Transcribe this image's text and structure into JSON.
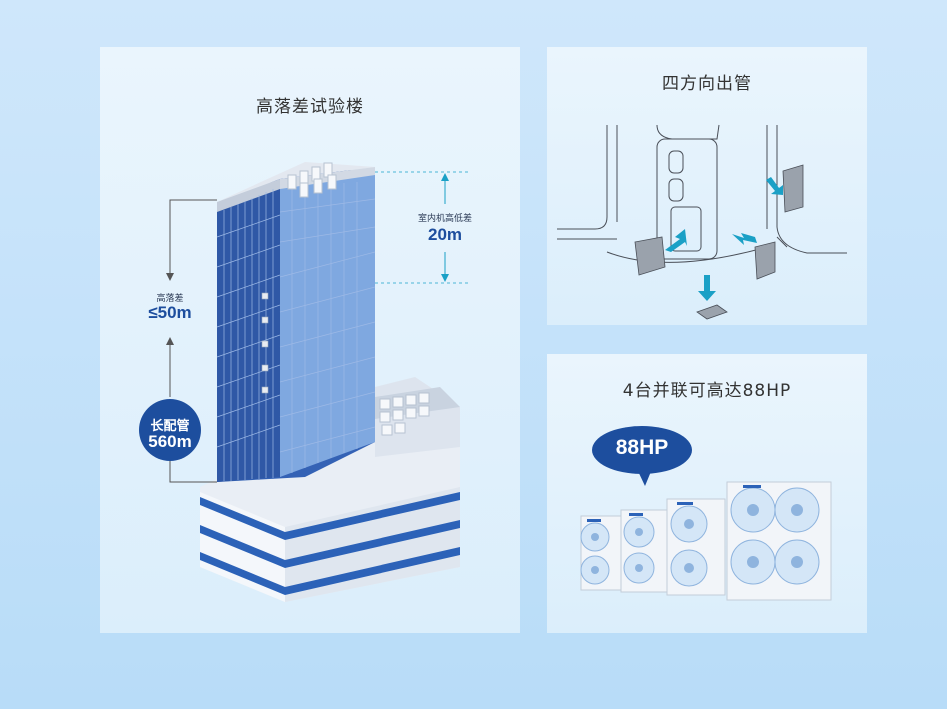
{
  "building_panel": {
    "title": "高落差试验楼",
    "indoor_drop_label": "室内机高低差",
    "indoor_drop_value": "20m",
    "drop_label": "高落差",
    "drop_value": "≤50m",
    "pipe_label": "长配管",
    "pipe_value": "560m"
  },
  "outlet_panel": {
    "title": "四方向出管"
  },
  "parallel_panel": {
    "title": "4台并联可高达88HP",
    "bubble_text": "88HP"
  },
  "colors": {
    "background": "#c4e2fa",
    "panel": "#e3f1fc",
    "accent_blue": "#1d4e9e",
    "arrow_teal": "#1aa0c6"
  }
}
